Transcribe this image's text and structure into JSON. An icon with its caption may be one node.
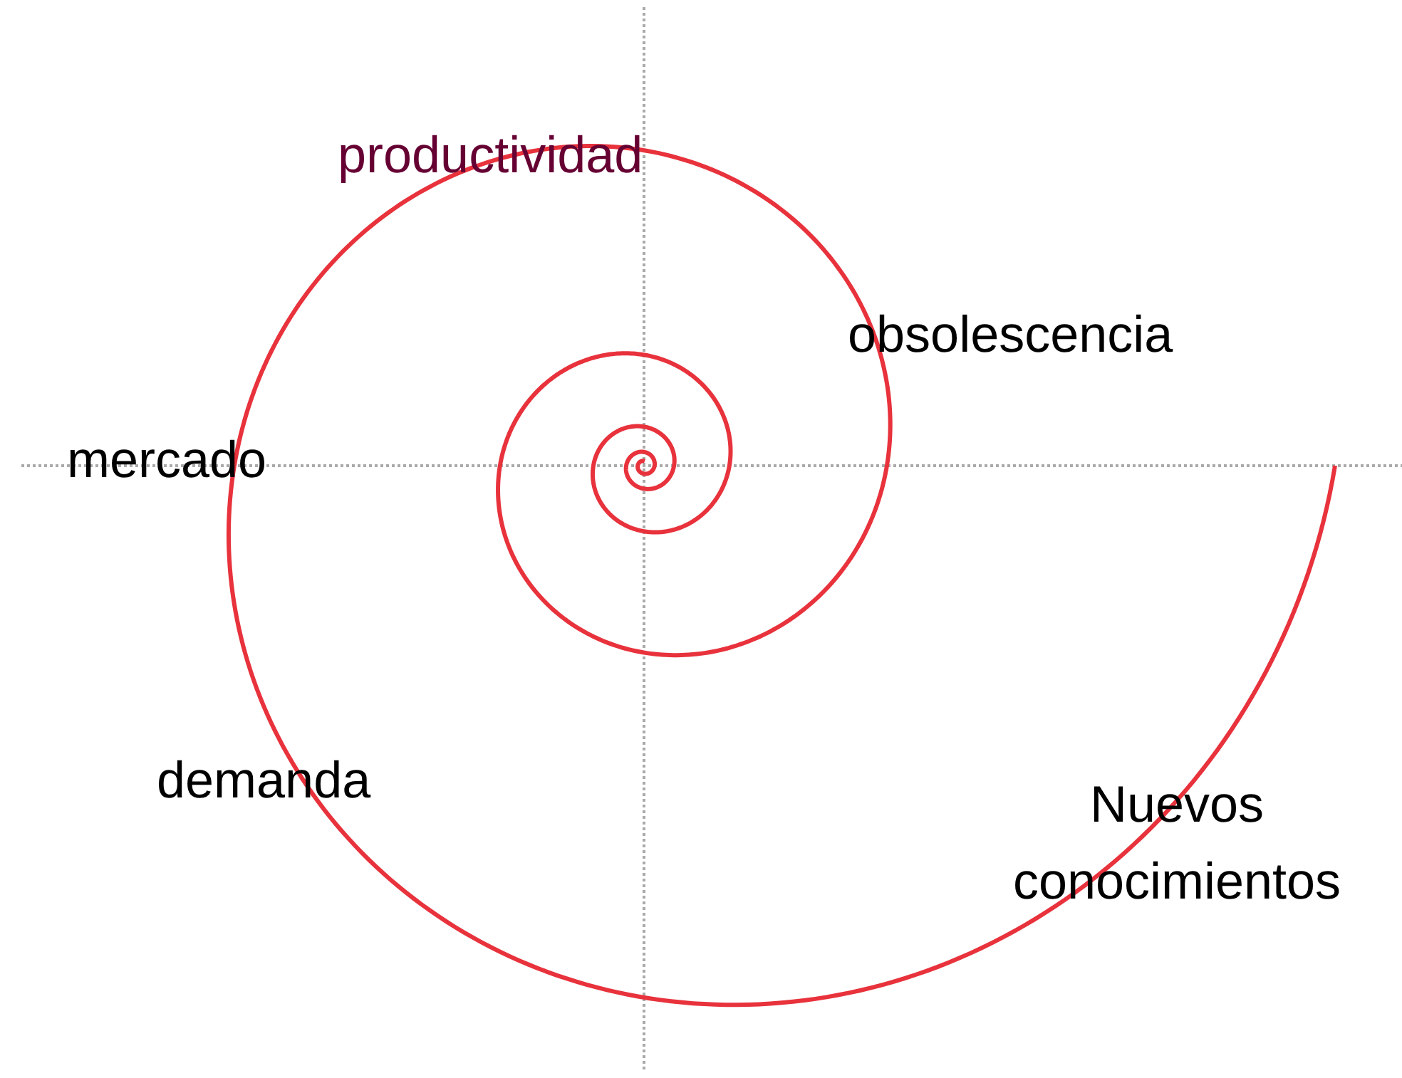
{
  "diagram": {
    "labels": [
      "productividad",
      "obsolescencia",
      "mercado",
      "demanda",
      "Nuevos conocimientos"
    ]
  }
}
